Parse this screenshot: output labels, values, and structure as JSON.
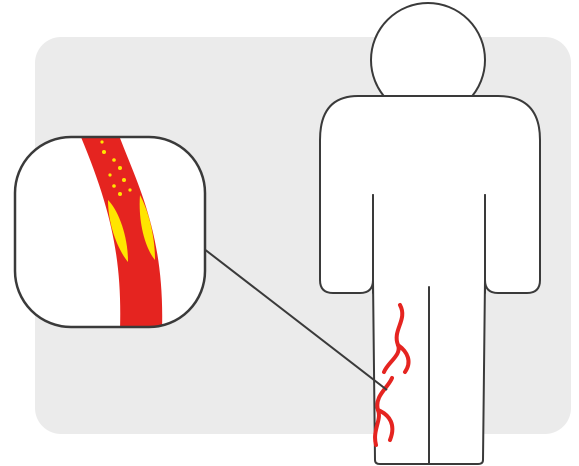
{
  "illustration": {
    "subject": "human-figure",
    "detail": "artery-cross-section",
    "highlight": "leg-veins"
  },
  "colors": {
    "panel_background": "#ebebeb",
    "outline": "#3a3a3a",
    "figure_fill": "#ffffff",
    "vessel_red": "#e52420",
    "plaque_yellow": "#ffe500",
    "connector_line": "#3a3a3a"
  }
}
